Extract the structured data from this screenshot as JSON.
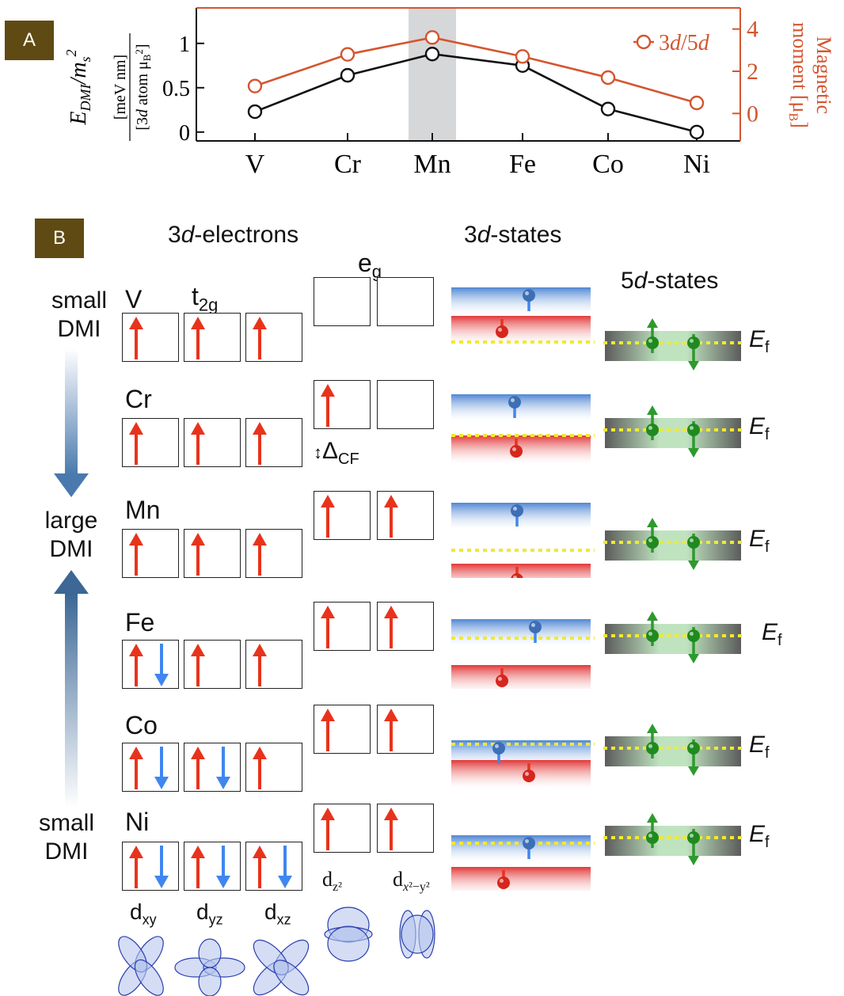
{
  "panel_a": {
    "label": "A",
    "ylabel_left_main": "E_DMI / m_s^2",
    "ylabel_left_unit_top": "meV nm",
    "ylabel_left_unit_bottom": "3d atom μB²",
    "ylabel_right_1": "Magnetic",
    "ylabel_right_2": "moment [μB]"
  },
  "chart_data": {
    "type": "line",
    "categories": [
      "V",
      "Cr",
      "Mn",
      "Fe",
      "Co",
      "Ni"
    ],
    "highlight_category": "Mn",
    "series": [
      {
        "values": [
          0.23,
          0.64,
          0.88,
          0.75,
          0.26,
          0.0
        ],
        "axis": "left",
        "color": "#111111"
      },
      {
        "name": "3d/5d",
        "values": [
          1.3,
          2.8,
          3.6,
          2.7,
          1.7,
          0.5
        ],
        "axis": "right",
        "color": "#d4552f"
      }
    ],
    "y_left": {
      "ylim": [
        -0.1,
        1.4
      ],
      "ticks": [
        "0",
        "0.5",
        "1"
      ],
      "tick_values": [
        0,
        0.5,
        1
      ]
    },
    "y_right": {
      "ylim": [
        -1.3,
        5.0
      ],
      "ticks": [
        "0",
        "2",
        "4"
      ],
      "tick_values": [
        0,
        2,
        4
      ],
      "color": "#d4552f"
    },
    "legend": {
      "label": "3d/5d",
      "placement": "top-right"
    },
    "grid": false
  },
  "panel_b": {
    "label": "B",
    "header_3d_electrons": "3d-electrons",
    "header_3d_states": "3d-states",
    "header_5d_states": "5d-states",
    "label_eg": "e",
    "label_eg_sub": "g",
    "label_t2g": "t",
    "label_t2g_sub": "2g",
    "crystal_field": "Δ",
    "crystal_field_sub": "CF",
    "fermi_label": "E",
    "fermi_sub": "f",
    "dmi_small_top_1": "small",
    "dmi_small_top_2": "DMI",
    "dmi_large_1": "large",
    "dmi_large_2": "DMI",
    "dmi_small_bottom_1": "small",
    "dmi_small_bottom_2": "DMI",
    "orbitals": [
      "dxy",
      "dyz",
      "dxz",
      "dz²",
      "dx²−y²"
    ],
    "elements": [
      {
        "symbol": "V",
        "t2g": [
          "up",
          "up",
          "up"
        ],
        "eg": [
          "",
          ""
        ]
      },
      {
        "symbol": "Cr",
        "t2g": [
          "up",
          "up",
          "up"
        ],
        "eg": [
          "up",
          ""
        ]
      },
      {
        "symbol": "Mn",
        "t2g": [
          "up",
          "up",
          "up"
        ],
        "eg": [
          "up",
          "up"
        ]
      },
      {
        "symbol": "Fe",
        "t2g": [
          "updown",
          "up",
          "up"
        ],
        "eg": [
          "up",
          "up"
        ]
      },
      {
        "symbol": "Co",
        "t2g": [
          "updown",
          "updown",
          "up"
        ],
        "eg": [
          "up",
          "up"
        ]
      },
      {
        "symbol": "Ni",
        "t2g": [
          "updown",
          "updown",
          "updown"
        ],
        "eg": [
          "up",
          "up"
        ]
      }
    ]
  },
  "colors": {
    "up_arrow": "#e8331c",
    "down_arrow": "#3f86f0",
    "magnetic_axis": "#d4552f",
    "fermi_line": "#f2ea2a",
    "fiveD_electron": "#2d9a2d"
  }
}
